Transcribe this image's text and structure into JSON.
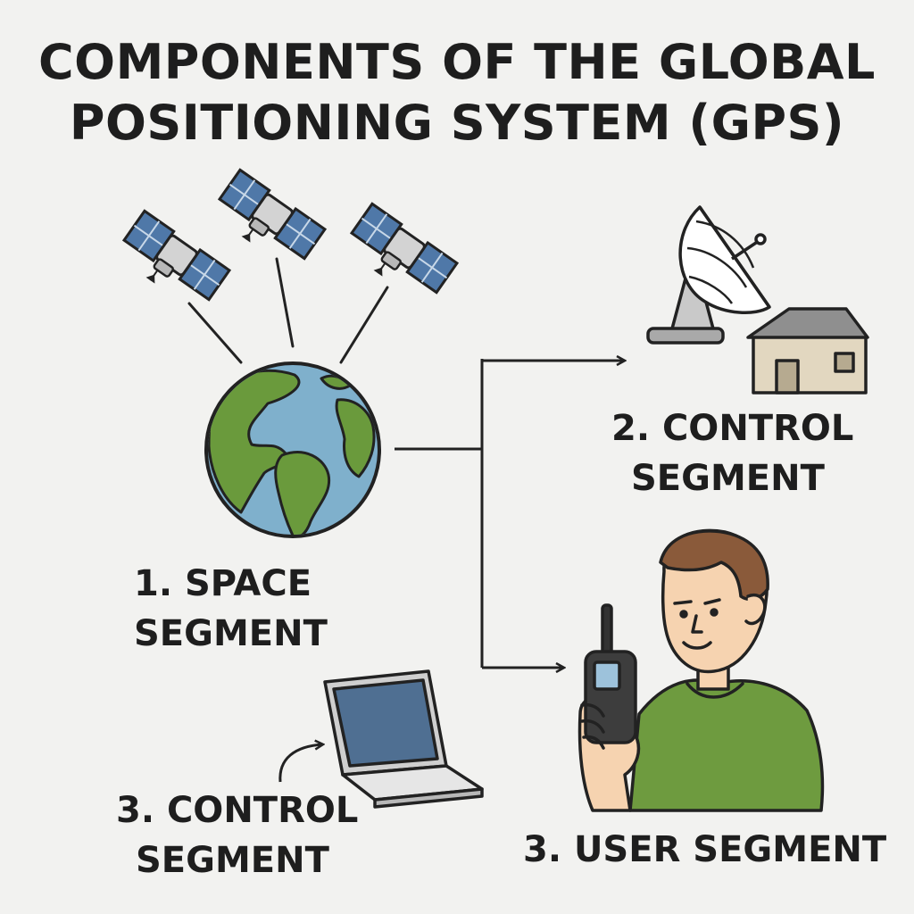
{
  "title": {
    "line1": "COMPONENTS OF THE GLOBAL",
    "line2": "POSITIONING SYSTEM (GPS)"
  },
  "labels": {
    "space": {
      "line1": "1. SPACE",
      "line2": "SEGMENT"
    },
    "control_top": {
      "line1": "2. CONTROL",
      "line2": "SEGMENT"
    },
    "control_bottom": {
      "line1": "3. CONTROL",
      "line2": "SEGMENT"
    },
    "user": "3. USER SEGMENT"
  },
  "colors": {
    "ocean": "#7fb0cc",
    "land": "#6a9a3c",
    "shirt": "#6e9b3f",
    "hair": "#8a5a3a",
    "skin": "#f6d3b0",
    "house_wall": "#e2d7c0",
    "house_roof": "#8f8f8f",
    "solar_panel": "#4f78a8",
    "outline": "#222222"
  }
}
